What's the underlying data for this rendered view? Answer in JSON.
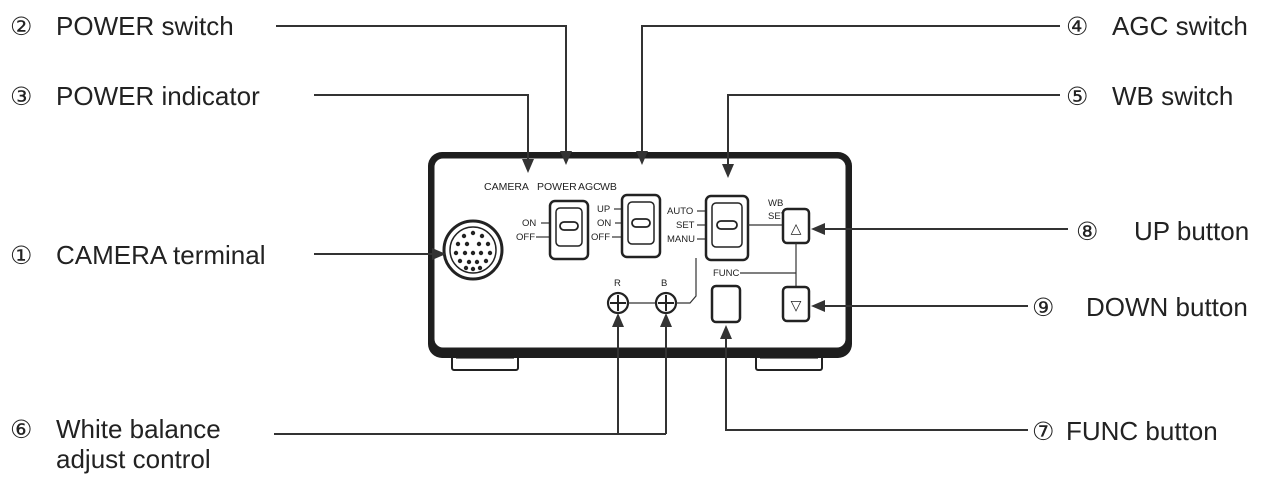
{
  "callouts": {
    "c1": {
      "num": "①",
      "label": "CAMERA terminal"
    },
    "c2": {
      "num": "②",
      "label": "POWER switch"
    },
    "c3": {
      "num": "③",
      "label": "POWER indicator"
    },
    "c4": {
      "num": "④",
      "label": "AGC switch"
    },
    "c5": {
      "num": "⑤",
      "label": "WB switch"
    },
    "c6": {
      "num": "⑥",
      "label_line1": "White balance",
      "label_line2": "adjust control"
    },
    "c7": {
      "num": "⑦",
      "label": "FUNC button"
    },
    "c8": {
      "num": "⑧",
      "label": "UP button"
    },
    "c9": {
      "num": "⑨",
      "label": "DOWN button"
    }
  },
  "panel": {
    "header_camera": "CAMERA",
    "header_power": "POWER",
    "header_agc": "AGC",
    "header_wb": "WB",
    "power_on": "ON",
    "power_off": "OFF",
    "agc_up": "UP",
    "agc_on": "ON",
    "agc_off": "OFF",
    "wb_auto": "AUTO",
    "wb_set": "SET",
    "wb_manu": "MANU",
    "wbset_line1": "WB",
    "wbset_line2": "SET",
    "r_label": "R",
    "b_label": "B",
    "func_label": "FUNC",
    "up_symbol": "△",
    "down_symbol": "▽"
  }
}
